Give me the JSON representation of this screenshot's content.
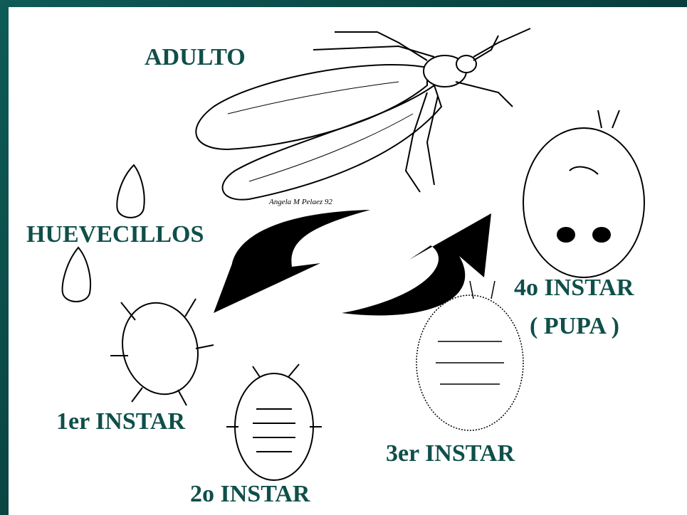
{
  "labels": {
    "adulto": "ADULTO",
    "huevecillos": "HUEVECILLOS",
    "instar1": "1er INSTAR",
    "instar2": "2o INSTAR",
    "instar3": "3er INSTAR",
    "instar4": "4o INSTAR",
    "instar4_sub": "( PUPA )"
  },
  "signature": "Angela M Pelaez 92",
  "colors": {
    "background": "#0b4a47",
    "panel": "#ffffff",
    "label": "#0f4f4a",
    "ink": "#000000"
  }
}
